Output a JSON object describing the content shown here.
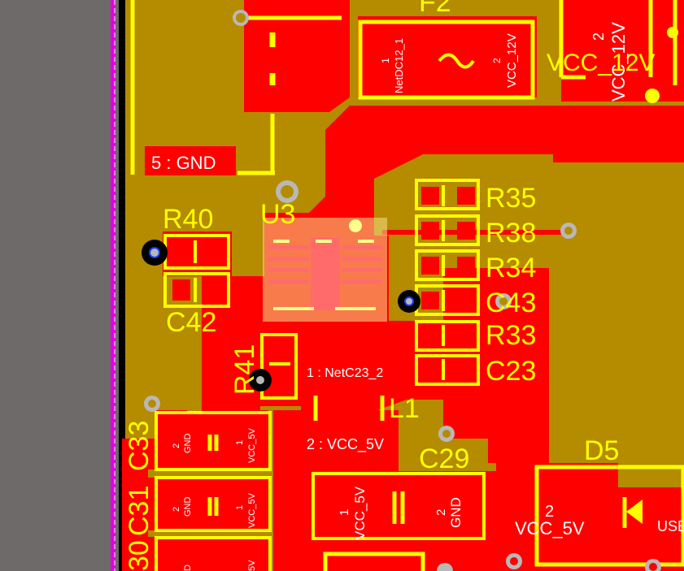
{
  "board": {
    "colors": {
      "background": "#6e6a6a",
      "board": "#b58b00",
      "copper": "#ff0000",
      "silkscreen": "#ffff00",
      "outline": "#e000e0",
      "via": "#b8b8b8",
      "hole": "#000000",
      "highlight": "#f3e08a"
    },
    "designators": {
      "f2": "F2",
      "u3": "U3",
      "r40": "R40",
      "c42": "C42",
      "r35": "R35",
      "r38": "R38",
      "r34": "R34",
      "c43": "C43",
      "r33": "R33",
      "c23": "C23",
      "r41": "R41",
      "l1": "L1",
      "c29": "C29",
      "d5": "D5",
      "c33": "C33",
      "c31": "C31",
      "c30_partial": "30",
      "vcc12v_large": "VCC_12V"
    },
    "net_labels": {
      "gnd5": "5 : GND",
      "netc23": "1 : NetC23_2",
      "vcc5v": "2 : VCC_5V"
    },
    "pad_labels": {
      "f2_pad1_num": "1",
      "f2_pad1_net": "NetDC12_1",
      "f2_pad2_num": "2",
      "f2_pad2_net": "VCC_12V",
      "right_pad_num": "2",
      "right_pad_net": "VCC_12V",
      "c33_pad2_num": "2",
      "c33_pad2_net": "GND",
      "c33_pad1_num": "1",
      "c33_pad1_net": "VCC_5V",
      "c31_pad2_num": "2",
      "c31_pad2_net": "GND",
      "c31_pad1_num": "1",
      "c31_pad1_net": "VCC_5V",
      "c30_pad2_net": "D",
      "c30_pad1_net": "5V",
      "c29_pad1_num": "1",
      "c29_pad1_net": "VCC_5V",
      "c29_pad2_num": "2",
      "c29_pad2_net": "GND",
      "d5_pad_num": "2",
      "d5_pad_net": "VCC_5V",
      "usb_partial": "USB"
    }
  }
}
